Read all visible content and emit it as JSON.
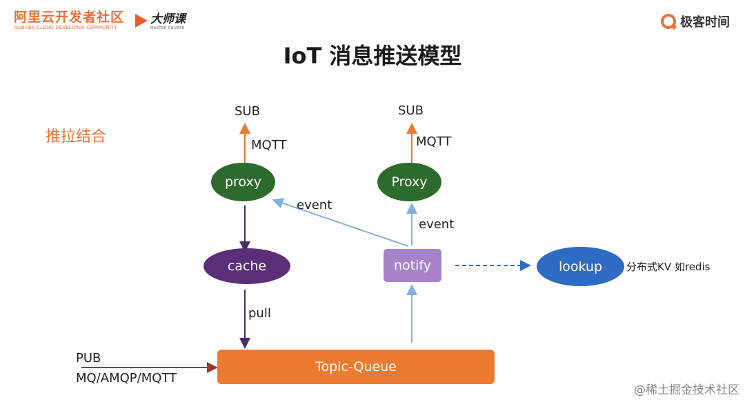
{
  "branding": {
    "aliyun_cn": "阿里云开发者社区",
    "aliyun_en": "ALIBABA CLOUD DEVELOPER COMMUNITY",
    "master_cn": "大师课",
    "master_en": "MASTER COURSE",
    "geek_cn": "极客时间"
  },
  "slide": {
    "title": "IoT 消息推送模型",
    "subtitle": "推拉结合"
  },
  "labels": {
    "sub_left": "SUB",
    "sub_right": "SUB",
    "mqtt_left": "MQTT",
    "mqtt_right": "MQTT",
    "event_left": "event",
    "event_right": "event",
    "pull": "pull",
    "pub": "PUB",
    "pub_protocols": "MQ/AMQP/MQTT",
    "lookup_note": "分布式KV 如redis"
  },
  "nodes": {
    "proxy_left": "proxy",
    "proxy_right": "Proxy",
    "cache": "cache",
    "notify": "notify",
    "lookup": "lookup",
    "topic_queue": "Topic-Queue"
  },
  "colors": {
    "orange": "#ec7a30",
    "green": "#2d6b2d",
    "purple": "#5a2f7a",
    "lavender": "#a683c9",
    "blue": "#2e6bc4",
    "light_blue": "#7fb0e4",
    "dark_purple_line": "#4a2d6a"
  },
  "watermark": "@稀土掘金技术社区"
}
